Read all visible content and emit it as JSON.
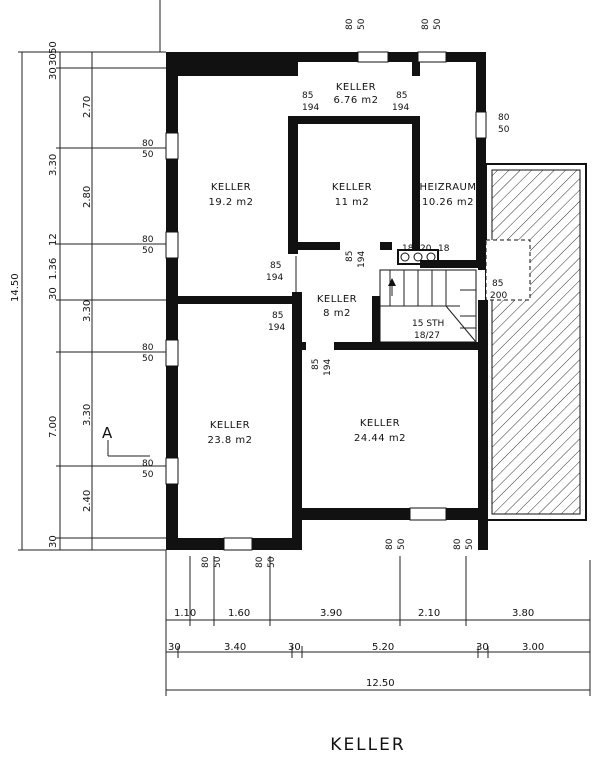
{
  "title": "KELLER",
  "section_marker": "A",
  "rooms": [
    {
      "name": "KELLER",
      "area": "19.2 m2"
    },
    {
      "name": "KELLER",
      "area": "6.76 m2"
    },
    {
      "name": "KELLER",
      "area": "11 m2"
    },
    {
      "name": "HEIZRAUM",
      "area": "10.26 m2"
    },
    {
      "name": "KELLER",
      "area": "8 m2"
    },
    {
      "name": "KELLER",
      "area": "23.8 m2"
    },
    {
      "name": "KELLER",
      "area": "24.44 m2"
    }
  ],
  "stair": {
    "label1": "15 STH",
    "label2": "18/27"
  },
  "door_labels": {
    "w": "85",
    "h": "194",
    "h2": "200"
  },
  "window_labels": {
    "w": "80",
    "h": "50"
  },
  "chimney_labels": [
    "18",
    "20",
    "18"
  ],
  "left_dims_outer": [
    "14.50"
  ],
  "left_dims_mid": [
    "30",
    "3.30",
    "12",
    "30",
    "7.00",
    "30"
  ],
  "left_dims_inner": [
    "30",
    "50",
    "2.70",
    "2.80",
    "1.36",
    "3.30",
    "3.30",
    "2.40"
  ],
  "bottom_row1": [
    "1.10",
    "1.60",
    "3.90",
    "2.10",
    "3.80"
  ],
  "bottom_row2": [
    "30",
    "3.40",
    "30",
    "5.20",
    "30",
    "3.00"
  ],
  "bottom_total": "12.50"
}
